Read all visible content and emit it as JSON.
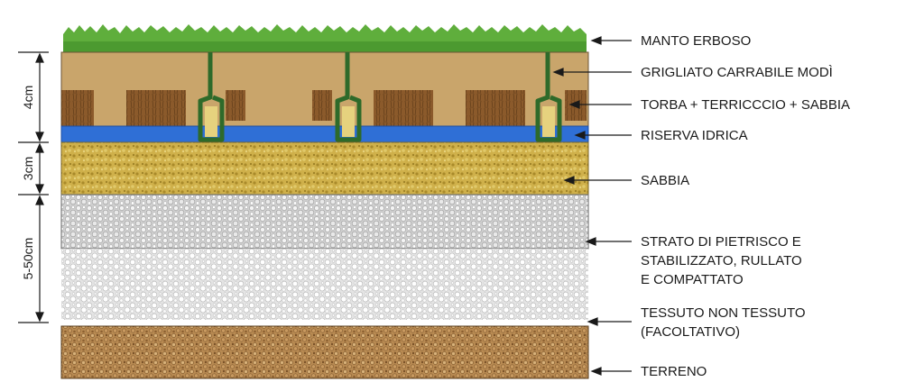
{
  "labels": {
    "manto_erboso": "MANTO ERBOSO",
    "grigliato": "GRIGLIATO CARRABILE MODÌ",
    "torba": "TORBA + TERRICCCIO + SABBIA",
    "riserva": "RISERVA IDRICA",
    "sabbia": "SABBIA",
    "pietrisco": [
      "STRATO DI PIETRISCO E",
      "STABILIZZATO, RULLATO",
      "E COMPATTATO"
    ],
    "tessuto": [
      "TESSUTO NON TESSUTO",
      "(FACOLTATIVO)"
    ],
    "terreno": "TERRENO"
  },
  "dimensions": {
    "grid": "4cm",
    "sand": "3cm",
    "gravel": "5-50cm"
  },
  "colors": {
    "grass": "#5fae3c",
    "grid_fill": "#c9a56b",
    "grid_post": "#2e6a2a",
    "peat": "#8b5a2b",
    "water": "#2f6fd6",
    "sand": "#c9aa3c",
    "gravel_light": "#d9d9d9",
    "gravel_white": "#f2f2f2",
    "soil": "#a57a45"
  }
}
